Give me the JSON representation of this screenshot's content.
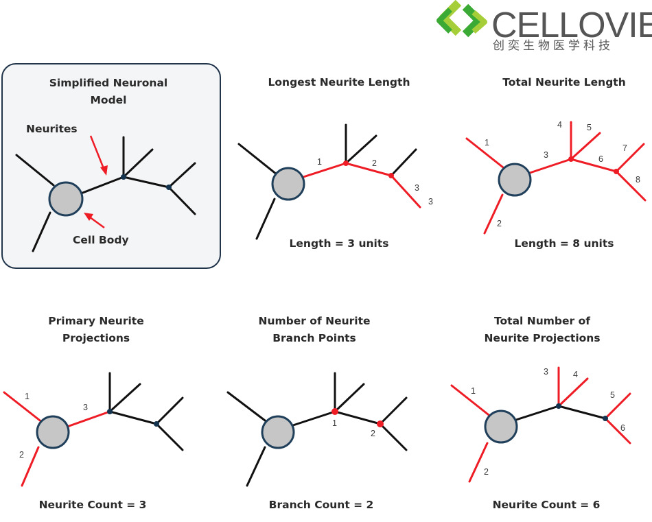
{
  "brand": {
    "name": "CELLOVIE",
    "subtitle_cn": "创奕生物医学科技",
    "colors": {
      "green_light": "#a6ce39",
      "green_dark": "#3aaa35",
      "text": "#555555"
    }
  },
  "colors": {
    "neurite_black": "#111111",
    "neurite_red": "#ee1c25",
    "soma_fill": "#c6c6c6",
    "soma_stroke": "#1f3f5a"
  },
  "panels": [
    {
      "id": "model",
      "title": [
        "Simplified Neuronal",
        "Model"
      ],
      "labels": {
        "neurites": "Neurites",
        "cell_body": "Cell Body"
      },
      "numbers": [],
      "caption": ""
    },
    {
      "id": "longest",
      "title": [
        "Longest Neurite Length"
      ],
      "numbers": [
        "1",
        "2",
        "3",
        "3"
      ],
      "caption": "Length = 3 units"
    },
    {
      "id": "total_length",
      "title": [
        "Total Neurite Length"
      ],
      "numbers": [
        "1",
        "2",
        "3",
        "4",
        "5",
        "6",
        "7",
        "8"
      ],
      "caption": "Length = 8 units"
    },
    {
      "id": "primary",
      "title": [
        "Primary Neurite",
        "Projections"
      ],
      "numbers": [
        "1",
        "2",
        "3"
      ],
      "caption": "Neurite Count = 3"
    },
    {
      "id": "branch_points",
      "title": [
        "Number of Neurite",
        "Branch Points"
      ],
      "numbers": [
        "1",
        "2"
      ],
      "caption": "Branch Count = 2"
    },
    {
      "id": "total_projections",
      "title": [
        "Total Number of",
        "Neurite Projections"
      ],
      "numbers": [
        "1",
        "2",
        "3",
        "4",
        "5",
        "6"
      ],
      "caption": "Neurite Count = 6"
    }
  ]
}
